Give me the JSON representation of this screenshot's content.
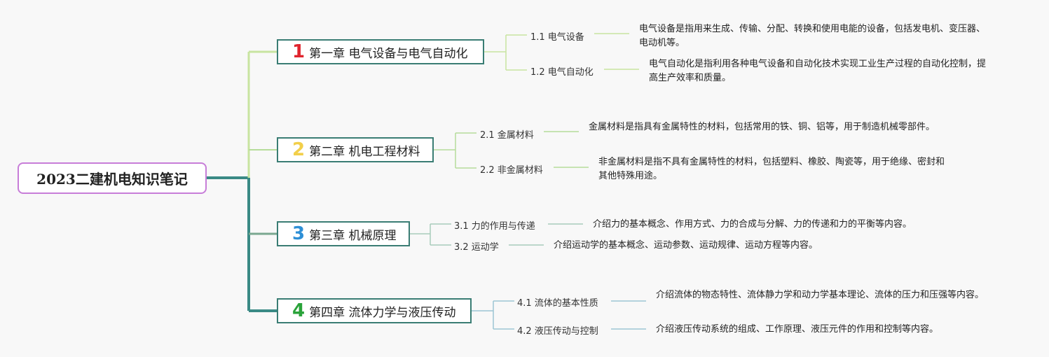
{
  "root": {
    "title": "2023二建机电知识笔记"
  },
  "chapters": [
    {
      "number": "1",
      "number_color": "#e0252e",
      "title": "第一章 电气设备与电气自动化",
      "line_color": "#c8e4a0",
      "sections": [
        {
          "label": "1.1 电气设备",
          "desc": "电气设备是指用来生成、传输、分配、转换和使用电能的设备，包括发电机、变压器、电动机等。"
        },
        {
          "label": "1.2 电气自动化",
          "desc": "电气自动化是指利用各种电气设备和自动化技术实现工业生产过程的自动化控制，提高生产效率和质量。"
        }
      ]
    },
    {
      "number": "2",
      "number_color": "#f2cf4a",
      "title": "第二章 机电工程材料",
      "line_color": "#b6dc9a",
      "sections": [
        {
          "label": "2.1 金属材料",
          "desc": "金属材料是指具有金属特性的材料，包括常用的铁、铜、铝等，用于制造机械零部件。"
        },
        {
          "label": "2.2 非金属材料",
          "desc": "非金属材料是指不具有金属特性的材料，包括塑料、橡胶、陶瓷等，用于绝缘、密封和其他特殊用途。"
        }
      ]
    },
    {
      "number": "3",
      "number_color": "#2e8fd6",
      "title": "第三章 机械原理",
      "line_color": "#a8ccba",
      "sections": [
        {
          "label": "3.1 力的作用与传递",
          "desc": "介绍力的基本概念、作用方式、力的合成与分解、力的传递和力的平衡等内容。"
        },
        {
          "label": "3.2 运动学",
          "desc": "介绍运动学的基本概念、运动参数、运动规律、运动方程等内容。"
        }
      ]
    },
    {
      "number": "4",
      "number_color": "#2aa33a",
      "title": "第四章 流体力学与液压传动",
      "line_color": "#9cc6d4",
      "sections": [
        {
          "label": "4.1 流体的基本性质",
          "desc": "介绍流体的物态特性、流体静力学和动力学基本理论、流体的压力和压强等内容。"
        },
        {
          "label": "4.2 液压传动与控制",
          "desc": "介绍液压传动系统的组成、工作原理、液压元件的作用和控制等内容。"
        }
      ]
    }
  ],
  "colors": {
    "trunk": "#3a8a85",
    "root_border": "#c77dd8",
    "chapter_border": "#3a7d74"
  }
}
